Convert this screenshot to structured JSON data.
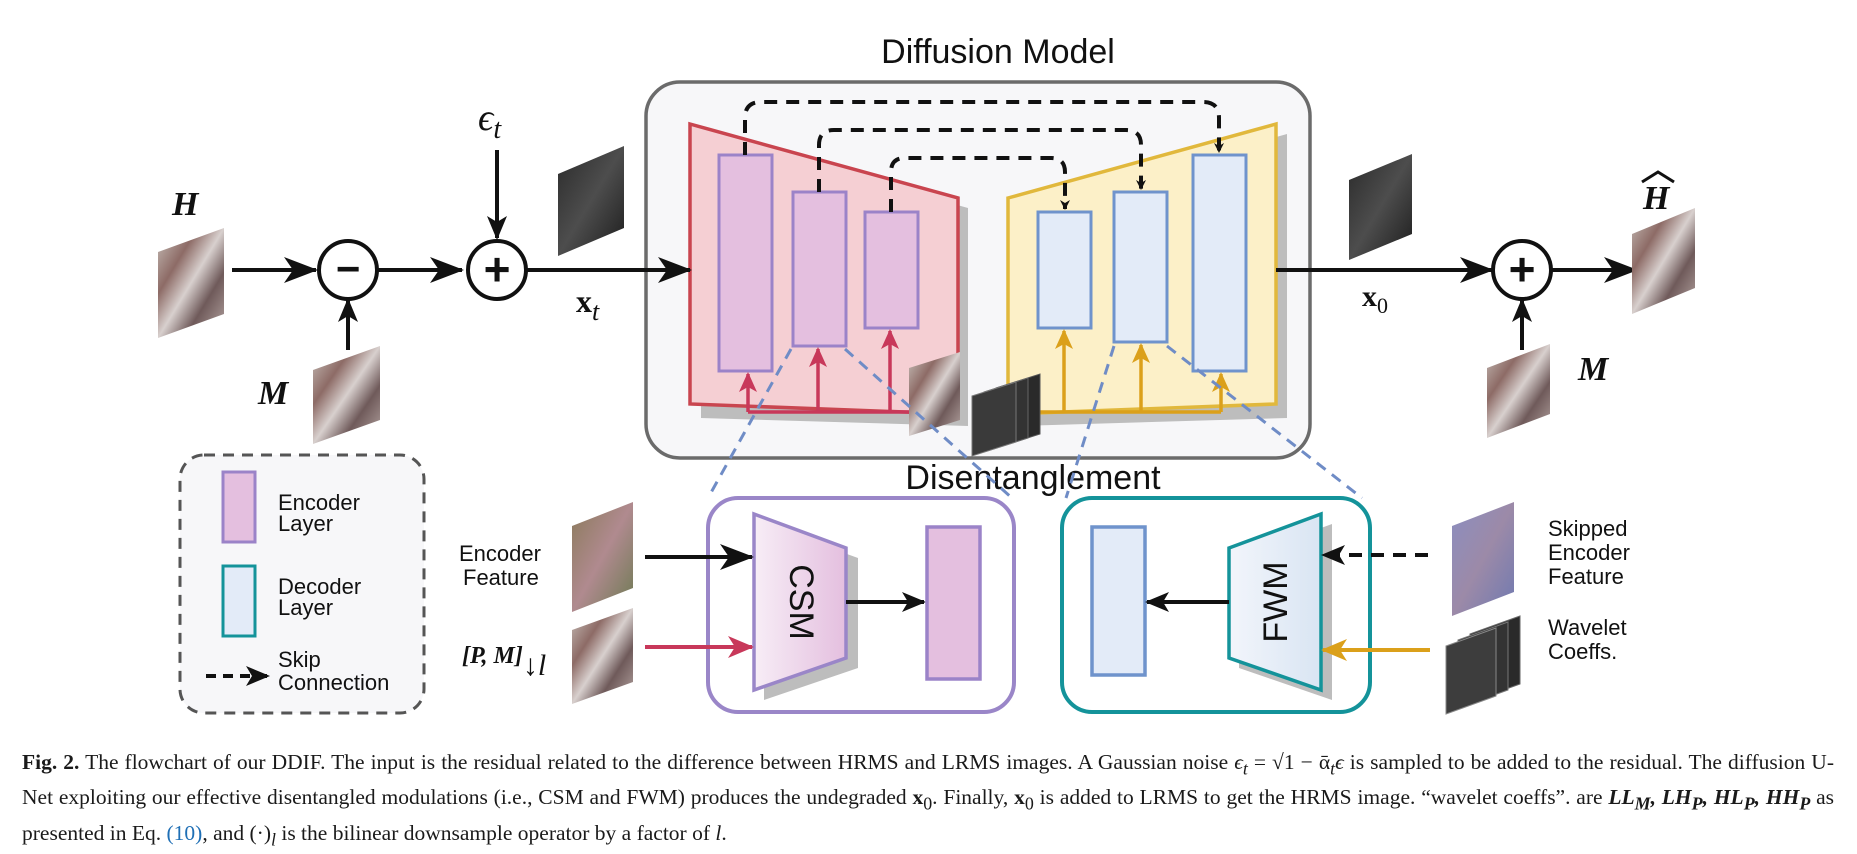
{
  "figure": {
    "diffusion_title": "Diffusion Model",
    "disentanglement_title": "Disentanglement",
    "sym_H": "H",
    "sym_Hhat": "H",
    "sym_M_left": "M",
    "sym_M_right": "M",
    "sym_eps": "ϵ",
    "sym_eps_sub": "t",
    "sym_xt": "x",
    "sym_xt_sub": "t",
    "sym_x0": "x",
    "sym_x0_sub": "0",
    "minus_op": "−",
    "plus_op": "+",
    "csm_label": "CSM",
    "fwm_label": "FWM",
    "encoder_feature_line1": "Encoder",
    "encoder_feature_line2": "Feature",
    "pm_label": "[P, M]",
    "pm_sub": "↓l",
    "skipped_line1": "Skipped",
    "skipped_line2": "Encoder",
    "skipped_line3": "Feature",
    "wavelet_line1": "Wavelet",
    "wavelet_line2": "Coeffs.",
    "legend": {
      "encoder_line1": "Encoder",
      "encoder_line2": "Layer",
      "decoder_line1": "Decoder",
      "decoder_line2": "Layer",
      "skip_line1": "Skip",
      "skip_line2": "Connection"
    },
    "colors": {
      "encoder_fill": "#f5cfd3",
      "encoder_border": "#c9454f",
      "decoder_fill": "#fcf0c8",
      "decoder_border": "#e1b83c",
      "enc_layer_fill": "#e4bfdf",
      "enc_layer_border": "#9b83c8",
      "dec_layer_fill": "#e3ebf8",
      "dec_layer_border": "#6f93cc",
      "red_arrow": "#c8385a",
      "orange_arrow": "#dba01a",
      "csm_box": "#9a86c8",
      "fwm_box": "#14939a"
    }
  },
  "caption": {
    "label": "Fig. 2.",
    "part1": " The flowchart of our DDIF. The input is the residual related to the difference between HRMS and LRMS images. A Gaussian noise ",
    "formula_noise": "ϵ",
    "formula_noise_sub": "t",
    "formula_eq": " = √1 − ᾱ",
    "formula_eq_sub": "t",
    "formula_eps": "ϵ",
    "part2": " is sampled to be added to the residual. The diffusion U-Net exploiting our effective disentangled modulations (i.e., CSM and FWM) produces the undegraded ",
    "x0a": "x",
    "x0a_sub": "0",
    "part3": ". Finally, ",
    "x0b": "x",
    "x0b_sub": "0",
    "part4": " is added to LRMS to get the HRMS image. “wavelet coeffs”. are ",
    "coeffs": "LL",
    "coeffs_sub1": "M",
    "coeffs2": ", LH",
    "coeffs_sub2": "P",
    "coeffs3": ", HL",
    "coeffs_sub3": "P",
    "coeffs4": ", HH",
    "coeffs_sub4": "P",
    "part5": " as presented in Eq. ",
    "eq_ref": "(10)",
    "part6": ", and ",
    "op": "(·)",
    "op_sub": "l",
    "part7": " is the bilinear downsample operator by a factor of ",
    "factor": "l",
    "part8": "."
  }
}
